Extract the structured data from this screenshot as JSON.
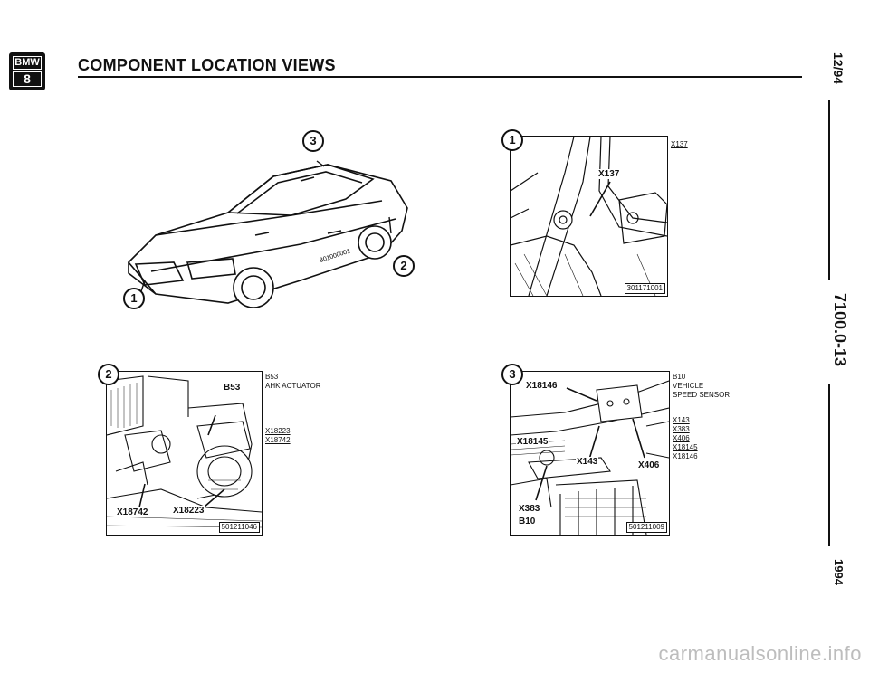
{
  "header": {
    "logo_top": "BMW",
    "logo_bottom": "8",
    "title": "COMPONENT LOCATION VIEWS"
  },
  "side_margin": {
    "date": "12/94",
    "page_number": "7100.0-13",
    "year": "1994"
  },
  "car_view": {
    "callouts": [
      "3",
      "2",
      "1"
    ],
    "ref_code": "801000001"
  },
  "view1": {
    "number": "1",
    "inner_label": "X137",
    "code": "301171001",
    "legend": [
      {
        "text": "X137",
        "underline": true
      }
    ]
  },
  "view2": {
    "number": "2",
    "labels": {
      "b53": "B53",
      "x18742": "X18742",
      "x18223": "X18223"
    },
    "code": "501211046",
    "legend": [
      {
        "text": "B53",
        "underline": false
      },
      {
        "text": "AHK ACTUATOR",
        "underline": false
      },
      {
        "text": "X18223",
        "underline": true
      },
      {
        "text": "X18742",
        "underline": true
      }
    ]
  },
  "view3": {
    "number": "3",
    "labels": {
      "x18146": "X18146",
      "x18145": "X18145",
      "x143": "X143",
      "x406": "X406",
      "x383": "X383",
      "b10": "B10"
    },
    "code": "501211009",
    "legend": [
      {
        "text": "B10",
        "underline": false
      },
      {
        "text": "VEHICLE",
        "underline": false
      },
      {
        "text": "SPEED SENSOR",
        "underline": false
      },
      {
        "text": "X143",
        "underline": true
      },
      {
        "text": "X383",
        "underline": true
      },
      {
        "text": "X406",
        "underline": true
      },
      {
        "text": "X18145",
        "underline": true
      },
      {
        "text": "X18146",
        "underline": true
      }
    ]
  },
  "watermark": "carmanualsonline.info",
  "colors": {
    "ink": "#111111",
    "paper": "#ffffff",
    "watermark": "#bdbdbd"
  }
}
